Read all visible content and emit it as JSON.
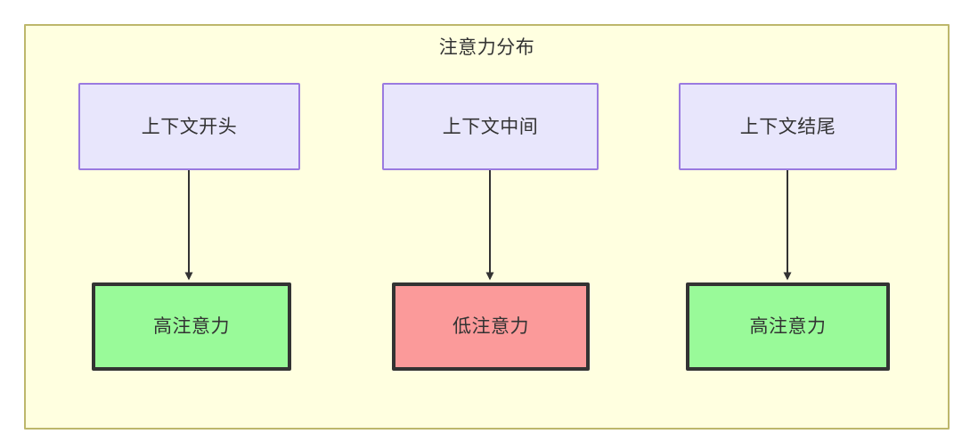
{
  "diagram": {
    "title": "注意力分布",
    "container": {
      "fill": "#ffffe0",
      "stroke": "#bdb76b"
    },
    "nodes": {
      "context_start": {
        "label": "上下文开头",
        "fill": "#e8e6fc",
        "stroke": "#9a7ae0"
      },
      "context_middle": {
        "label": "上下文中间",
        "fill": "#e8e6fc",
        "stroke": "#9a7ae0"
      },
      "context_end": {
        "label": "上下文结尾",
        "fill": "#e8e6fc",
        "stroke": "#9a7ae0"
      },
      "attention_start": {
        "label": "高注意力",
        "fill": "#99fa99",
        "stroke": "#333333"
      },
      "attention_middle": {
        "label": "低注意力",
        "fill": "#fb9a9a",
        "stroke": "#333333"
      },
      "attention_end": {
        "label": "高注意力",
        "fill": "#99fa99",
        "stroke": "#333333"
      }
    },
    "edges": [
      {
        "from": "context_start",
        "to": "attention_start",
        "label": ""
      },
      {
        "from": "context_middle",
        "to": "attention_middle",
        "label": ""
      },
      {
        "from": "context_end",
        "to": "attention_end",
        "label": ""
      }
    ],
    "edge_color": "#333333"
  }
}
